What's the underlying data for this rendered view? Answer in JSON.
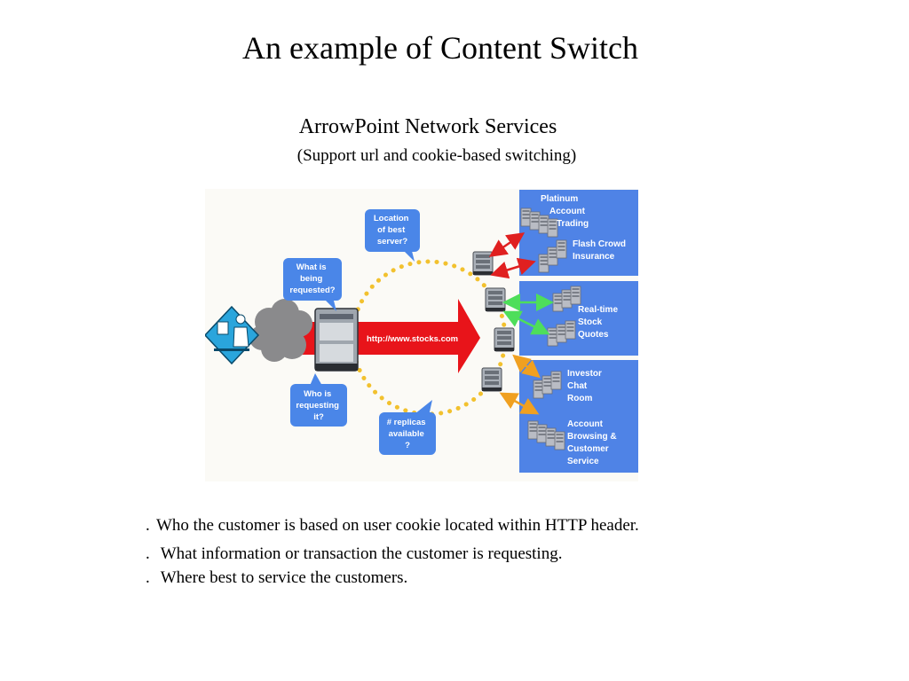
{
  "title": "An example of Content Switch",
  "subtitle": "ArrowPoint Network Services",
  "subnote": "(Support url and cookie-based switching)",
  "diagram": {
    "bubble_location": [
      "Location",
      "of best",
      "server?"
    ],
    "bubble_what": [
      "What is",
      "being",
      "requested?"
    ],
    "bubble_who": [
      "Who is",
      "requesting",
      "it?"
    ],
    "bubble_replicas": [
      "# replicas",
      "available",
      "?"
    ],
    "url": "http://www.stocks.com",
    "group_platinum": [
      "Platinum",
      "Account",
      "Trading"
    ],
    "group_flash": [
      "Flash Crowd",
      "Insurance"
    ],
    "group_realtime": [
      "Real-time",
      "Stock",
      "Quotes"
    ],
    "group_investor": [
      "Investor",
      "Chat",
      "Room"
    ],
    "group_account": [
      "Account",
      "Browsing &",
      "Customer",
      "Service"
    ],
    "colors": {
      "bubble": "#4a86e8",
      "panel": "#4f83e6",
      "big_arrow": "#e8141a",
      "ring": "#f2c12e",
      "red_link": "#e02020",
      "green_link": "#4ede5a",
      "orange_link": "#f0a020"
    }
  },
  "bullets": [
    "Who the customer is based on user cookie located within HTTP header.",
    "What information or transaction the customer is requesting.",
    "Where best to service the customers."
  ]
}
